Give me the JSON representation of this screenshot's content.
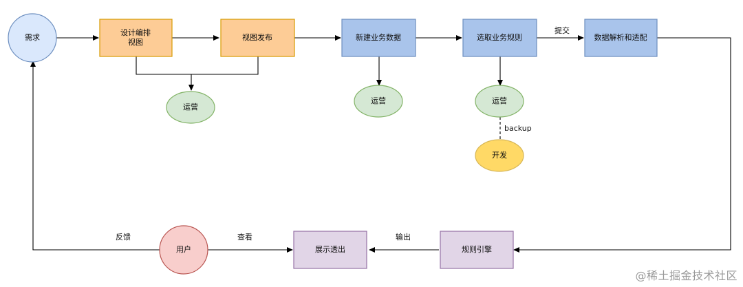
{
  "nodes": {
    "demand": "需求",
    "design": [
      "设计编排",
      "视图"
    ],
    "publish": "视图发布",
    "new_data": "新建业务数据",
    "select_rules": "选取业务规则",
    "parse": "数据解析和适配",
    "ops1": "运营",
    "ops2": "运营",
    "ops3": "运营",
    "dev": "开发",
    "engine": "规则引擎",
    "display": "展示透出",
    "user": "用户"
  },
  "edge_labels": {
    "submit": "提交",
    "backup": "backup",
    "output": "输出",
    "view": "查看",
    "feedback": "反馈"
  },
  "watermark": "@稀土掘金技术社区",
  "colors": {
    "orange_fill": "#fdcc96",
    "orange_stroke": "#d79b00",
    "blue_fill": "#a9c4eb",
    "blue_stroke": "#6c8ebf",
    "green_fill": "#d5e8d4",
    "green_stroke": "#82b366",
    "yellow_fill": "#ffd966",
    "yellow_stroke": "#d6b656",
    "purple_fill": "#e1d5e7",
    "purple_stroke": "#9673a6",
    "red_fill": "#f8cecc",
    "red_stroke": "#b85450",
    "lightblue_fill": "#dae8fc",
    "lightblue_stroke": "#6c8ebf"
  }
}
